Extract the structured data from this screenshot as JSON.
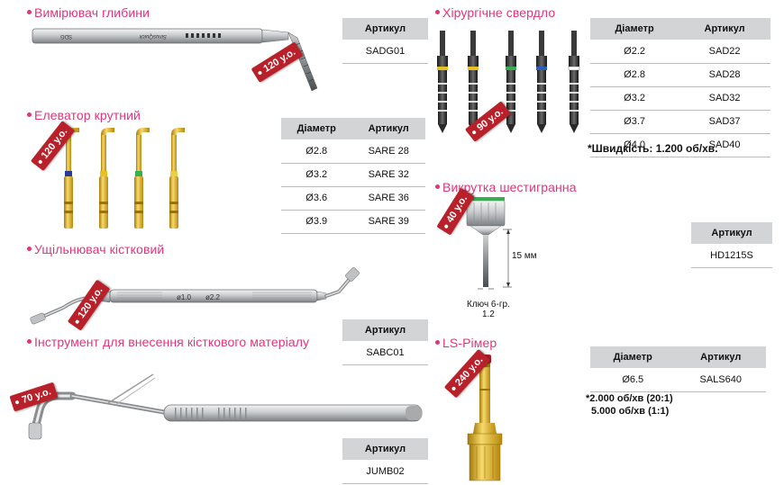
{
  "sections": {
    "depth_gauge": {
      "title": "Вимірювач глибини",
      "price": "120 у.о.",
      "markings": [
        "SDG",
        "SinusQuick"
      ],
      "table": {
        "headers": [
          "Артикул"
        ],
        "rows": [
          [
            "SADG01"
          ]
        ]
      }
    },
    "rotary_elevator": {
      "title": "Елеватор крутний",
      "price": "120 у.о.",
      "table": {
        "headers": [
          "Діаметр",
          "Артикул"
        ],
        "rows": [
          [
            "Ø2.8",
            "SARE 28"
          ],
          [
            "Ø3.2",
            "SARE 32"
          ],
          [
            "Ø3.6",
            "SARE 36"
          ],
          [
            "Ø3.9",
            "SARE 39"
          ]
        ]
      }
    },
    "bone_condenser": {
      "title": "Ущільнювач кістковий",
      "price": "120 у.о.",
      "markings": [
        "ø1.0",
        "ø2.2"
      ],
      "table": {
        "headers": [
          "Артикул"
        ],
        "rows": [
          [
            "SABC01"
          ]
        ]
      }
    },
    "bone_carrier": {
      "title": "Інструмент для внесення кісткового матеріалу",
      "price": "70 у.о.",
      "table": {
        "headers": [
          "Артикул"
        ],
        "rows": [
          [
            "JUMB02"
          ]
        ]
      }
    },
    "surgical_drill": {
      "title": "Хірургічне свердло",
      "price": "90 у.о.",
      "table": {
        "headers": [
          "Діаметр",
          "Артикул"
        ],
        "rows": [
          [
            "Ø2.2",
            "SAD22"
          ],
          [
            "Ø2.8",
            "SAD28"
          ],
          [
            "Ø3.2",
            "SAD32"
          ],
          [
            "Ø3.7",
            "SAD37"
          ],
          [
            "Ø4.0",
            "SAD40"
          ]
        ]
      },
      "note": "*Швидкість: 1.200 об/хв."
    },
    "hex_driver": {
      "title": "Викрутка шестигранна",
      "price": "40 у.о.",
      "dimension_label": "15 мм",
      "key_label_line1": "Ключ 6-гр.",
      "key_label_line2": "1.2",
      "table": {
        "headers": [
          "Артикул"
        ],
        "rows": [
          [
            "HD1215S"
          ]
        ]
      }
    },
    "ls_reamer": {
      "title": "LS-Рімер",
      "price": "240 у.о.",
      "table": {
        "headers": [
          "Діаметр",
          "Артикул"
        ],
        "rows": [
          [
            "Ø6.5",
            "SALS640"
          ]
        ]
      },
      "note_line1": "*2.000 об/хв (20:1)",
      "note_line2": "5.000 об/хв (1:1)"
    }
  },
  "colors": {
    "title": "#e0357a",
    "price_tag": "#b8202a",
    "table_header": "#d2d4d6",
    "drill_bands": [
      "#e8c020",
      "#e8c020",
      "#35b050",
      "#2a5fc0",
      "#ffffff"
    ]
  }
}
